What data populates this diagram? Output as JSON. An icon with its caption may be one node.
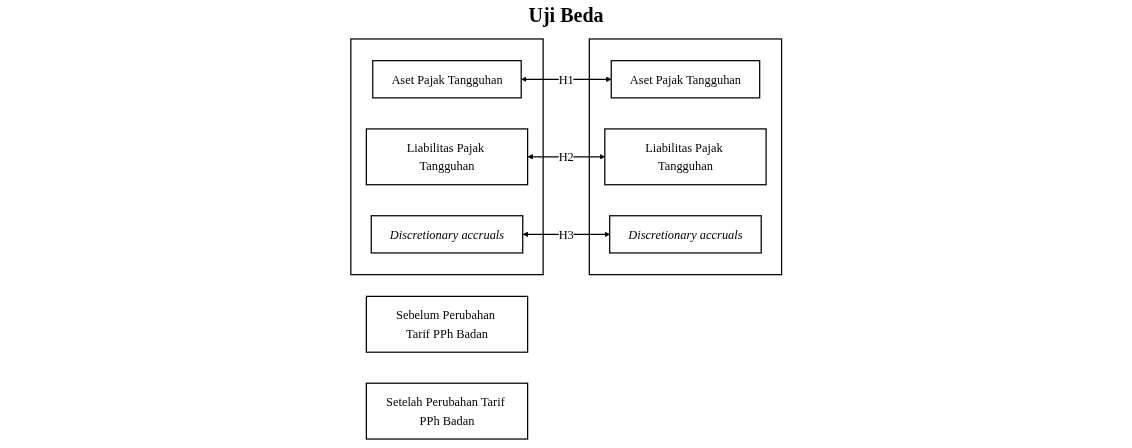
{
  "diagram": {
    "nodes": [
      {
        "text": [
          "Sebelum Perubahan Tarif PPh Badan"
        ]
      },
      {
        "text": [],
        "shape": "box"
      },
      {
        "text": [
          "Aset Pajak Tangguhan"
        ],
        "in": 1
      },
      {
        "text": [
          "Liabilitas Pajak Tangguhan"
        ],
        "in": 1
      },
      {
        "text": [
          "Discretionary accruals"
        ],
        "in": 1
      },
      {
        "text": [
          "Setelah Perubahan Tarif PPh Badan"
        ]
      },
      {
        "text": [],
        "shape": "box"
      },
      {
        "text": [
          "Aset Pajak Tangguhan"
        ],
        "in": 6
      },
      {
        "text": [
          "Liabilitas Pajak Tangguhan"
        ],
        "in": 6
      },
      {
        "text": [
          "Discretionary accruals"
        ],
        "in": 6
      }
    ],
    "edges": [
      {
        "from": 2,
        "to": 7,
        "arrow": "both",
        "label": "H1"
      },
      {
        "from": 3,
        "to": 8,
        "arrow": "both",
        "label": "H2"
      },
      {
        "from": 4,
        "to": 9,
        "arrow": "both",
        "label": "H3"
      }
    ],
    "labels": [
      "Uji Beda"
    ]
  }
}
